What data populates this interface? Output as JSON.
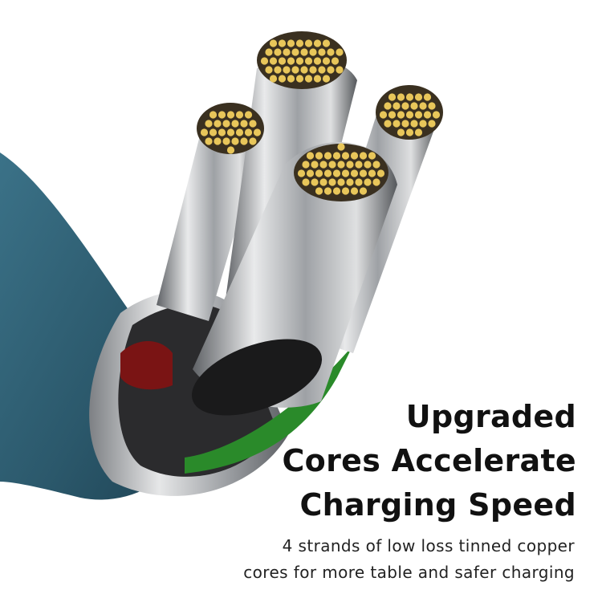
{
  "headline": {
    "lines": [
      "Upgraded",
      "Cores Accelerate",
      "Charging Speed"
    ]
  },
  "subtitle": {
    "lines": [
      "4 strands of low loss tinned copper",
      "cores for more table and safer charging"
    ]
  },
  "colors": {
    "cable_jacket": "#2e5f73",
    "copper_tin": "#e8c65a",
    "wire_silver": "#b9bcc0",
    "green_insulation": "#2a8a2a",
    "red_insulation": "#7a1414"
  }
}
